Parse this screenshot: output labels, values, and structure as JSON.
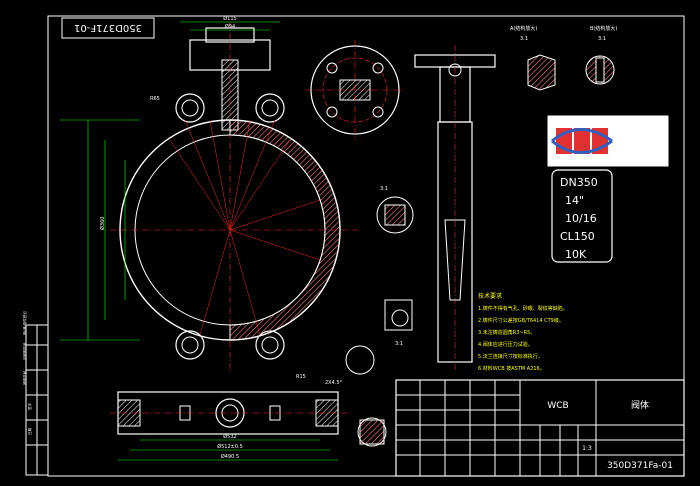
{
  "drawing_number": "350D371F-01",
  "title_block": {
    "material": "WCB",
    "part_name": "阀体",
    "scale": "1:3",
    "drawing_number": "350D371Fa-01"
  },
  "spec_box": {
    "lines": [
      "DN350",
      "14\"",
      "10/16",
      "CL150",
      "10K"
    ]
  },
  "detail_views": {
    "scale_a": "3:1",
    "scale_b": "3:1",
    "scale_c": "3:1",
    "scale_d": "3:1",
    "label_a": "A(结构放大)",
    "label_b": "B(结构放大)"
  },
  "dimensions": {
    "top_d1": "Ø115",
    "top_d2": "Ø94",
    "r65": "R65",
    "d360": "Ø360",
    "bottom_d1": "Ø532",
    "bottom_d2": "Ø512±0.5",
    "bottom_d3": "Ø490.5",
    "chamfer": "2X4.5°",
    "r15": "R15"
  },
  "notes_title": "技术要求",
  "notes": [
    "1.铸件不得有气孔、砂眼、裂纹等缺陷。",
    "2.铸件尺寸公差按GB/T6414 CT9级。",
    "3.未注铸造圆角R3~R5。",
    "4.阀体应进行压力试验。",
    "5.法兰连接尺寸按标准执行。",
    "6.材料WCB 按ASTM A216。"
  ],
  "side_table": {
    "rows": [
      "借(通)用件登记",
      "旧底图总号",
      "底图总号",
      "签字",
      "日期"
    ]
  },
  "colors": {
    "line_white": "#ffffff",
    "line_red": "#ff2020",
    "line_green": "#00ff00",
    "line_yellow": "#ffff00",
    "line_cyan": "#00ffff",
    "line_magenta": "#ff00ff",
    "hatch": "#ff8080"
  }
}
